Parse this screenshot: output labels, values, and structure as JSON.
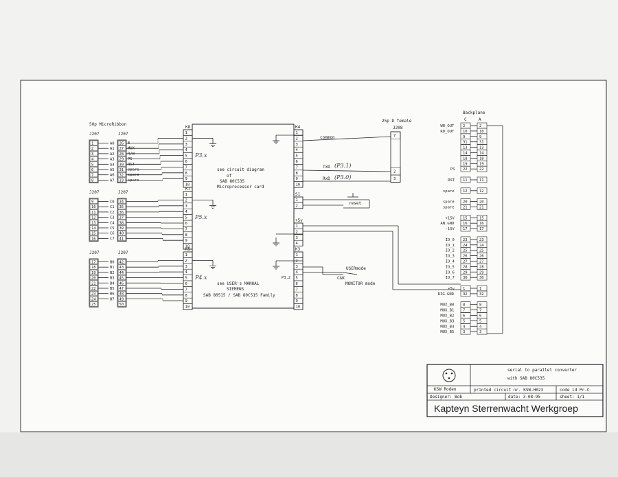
{
  "left_block": {
    "title": "50p MicroRibbon",
    "groups": [
      {
        "h1": "J207",
        "h2": "J207",
        "conn": "K8",
        "pins": [
          "1",
          "2",
          "3",
          "4",
          "5",
          "6",
          "7",
          "8"
        ],
        "sig": [
          "A0",
          "A1",
          "A2",
          "A3",
          "A4",
          "A5",
          "A6",
          "A7"
        ],
        "p2": [
          "26",
          "27",
          "28",
          "29",
          "30",
          "31",
          "32",
          "33"
        ],
        "names": [
          "E",
          "MUX",
          "R/W",
          "PS",
          "RST",
          "spare",
          "spare",
          "spare"
        ],
        "kp": [
          "1",
          "2",
          "3",
          "4",
          "5",
          "6",
          "7",
          "8",
          "9",
          "10"
        ],
        "note": "P3.x"
      },
      {
        "h1": "J207",
        "h2": "J207",
        "conn": "K7",
        "pins": [
          "9",
          "10",
          "11",
          "12",
          "13",
          "14",
          "15",
          "16"
        ],
        "sig": [
          "C0",
          "C1",
          "C2",
          "C3",
          "C4",
          "C5",
          "C6",
          "C7"
        ],
        "p2": [
          "34",
          "35",
          "36",
          "37",
          "38",
          "39",
          "40",
          "41"
        ],
        "names": [],
        "kp": [
          "1",
          "2",
          "3",
          "4",
          "5",
          "6",
          "7",
          "8",
          "9",
          "10"
        ],
        "note": "P5.x"
      },
      {
        "h1": "J207",
        "h2": "J207",
        "conn": "K5",
        "pins": [
          "17",
          "18",
          "19",
          "20",
          "21",
          "22",
          "23",
          "24",
          "25"
        ],
        "sig": [
          "B0",
          "B1",
          "B2",
          "B3",
          "B4",
          "B5",
          "B6",
          "B7"
        ],
        "p2": [
          "42",
          "43",
          "44",
          "45",
          "46",
          "47",
          "48",
          "49",
          "50"
        ],
        "names": [],
        "kp": [
          "1",
          "2",
          "3",
          "4",
          "5",
          "6",
          "7",
          "8",
          "9",
          "10"
        ],
        "note": "P4.x"
      }
    ]
  },
  "cpu": {
    "line1": "see circuit diagram",
    "line2": "of",
    "line3": "SAB 80C535",
    "line4": "Microprocessor card",
    "line5": "see USER's MANUAL",
    "line6": "SIEMENS",
    "line7": "SAB 80515 / SAB 80C515 Family"
  },
  "right_conn": {
    "k4": "K4",
    "k4_pins": [
      "1",
      "2",
      "3",
      "4",
      "5",
      "6",
      "7",
      "8",
      "9",
      "10"
    ],
    "s1": "S1",
    "s1_pins": [
      "1",
      "2"
    ],
    "p5v": "+5v",
    "p5v_pins": [
      "1",
      "2",
      "3",
      "4"
    ],
    "k3": "K3",
    "k3_pins": [
      "1",
      "2",
      "3",
      "4",
      "5",
      "6",
      "7",
      "8",
      "9",
      "10"
    ],
    "p32": "P3.2"
  },
  "dsub": {
    "title": "25p D female",
    "header": "J208",
    "pins": [
      "7",
      "",
      "",
      "",
      "",
      "2",
      "3"
    ],
    "common": "common",
    "txd": "TxD",
    "rxd": "RxD",
    "txd_note": "(P3.1)",
    "rxd_note": "(P3.0)"
  },
  "switches": {
    "reset": "reset",
    "usermode": "USERmode",
    "monitor": "MONITOR mode",
    "ck": "C&K"
  },
  "backplane": {
    "title": "Backplane",
    "colC": "C",
    "colA": "A",
    "rows": [
      {
        "name": "WR_OUT",
        "c": "2",
        "a": "2"
      },
      {
        "name": "RD_OUT",
        "c": "10",
        "a": "10"
      },
      {
        "name": "",
        "c": "9",
        "a": "9"
      },
      {
        "name": "",
        "c": "31",
        "a": "31"
      },
      {
        "name": "",
        "c": "13",
        "a": "13"
      },
      {
        "name": "",
        "c": "14",
        "a": "14"
      },
      {
        "name": "",
        "c": "18",
        "a": "18"
      },
      {
        "name": "",
        "c": "19",
        "a": "19"
      },
      {
        "name": "PS",
        "c": "22",
        "a": "22"
      },
      {
        "name": "",
        "c": "",
        "a": ""
      },
      {
        "name": "RST",
        "c": "11",
        "a": "11"
      },
      {
        "name": "",
        "c": "",
        "a": ""
      },
      {
        "name": "spare",
        "c": "12",
        "a": "12"
      },
      {
        "name": "",
        "c": "",
        "a": ""
      },
      {
        "name": "spare",
        "c": "20",
        "a": "20"
      },
      {
        "name": "spare",
        "c": "21",
        "a": "21"
      },
      {
        "name": "",
        "c": "",
        "a": ""
      },
      {
        "name": "+15V",
        "c": "15",
        "a": "15"
      },
      {
        "name": "AN.GND",
        "c": "16",
        "a": "16"
      },
      {
        "name": "-15V",
        "c": "17",
        "a": "17"
      },
      {
        "name": "",
        "c": "",
        "a": ""
      },
      {
        "name": "IO_0",
        "c": "23",
        "a": "23"
      },
      {
        "name": "IO_1",
        "c": "24",
        "a": "24"
      },
      {
        "name": "IO_2",
        "c": "25",
        "a": "25"
      },
      {
        "name": "IO_3",
        "c": "26",
        "a": "26"
      },
      {
        "name": "IO_4",
        "c": "27",
        "a": "27"
      },
      {
        "name": "IO_5",
        "c": "28",
        "a": "28"
      },
      {
        "name": "IO_6",
        "c": "29",
        "a": "29"
      },
      {
        "name": "IO_7",
        "c": "30",
        "a": "30"
      },
      {
        "name": "",
        "c": "",
        "a": ""
      },
      {
        "name": "+5v",
        "c": "1",
        "a": "1"
      },
      {
        "name": "DIG.GND",
        "c": "32",
        "a": "32"
      },
      {
        "name": "",
        "c": "",
        "a": ""
      },
      {
        "name": "MUX_B0",
        "c": "8",
        "a": "8"
      },
      {
        "name": "MUX_B1",
        "c": "7",
        "a": "7"
      },
      {
        "name": "MUX_B2",
        "c": "6",
        "a": "6"
      },
      {
        "name": "MUX_B3",
        "c": "5",
        "a": "5"
      },
      {
        "name": "MUX_B4",
        "c": "4",
        "a": "4"
      },
      {
        "name": "MUX_B5",
        "c": "3",
        "a": "3"
      }
    ]
  },
  "title_block": {
    "logo": "KSW Roden",
    "desc1": "serial to parallel converter",
    "desc2": "with SAB 80C535",
    "pcb": "printed circuit nr. KSW-H023",
    "code": "code id  Pr-C",
    "designer": "Designer:  Bob",
    "date": "date:  3-08-95",
    "sheet": "sheet:  1/1",
    "org": "Kapteyn Sterrenwacht Werkgroep"
  }
}
